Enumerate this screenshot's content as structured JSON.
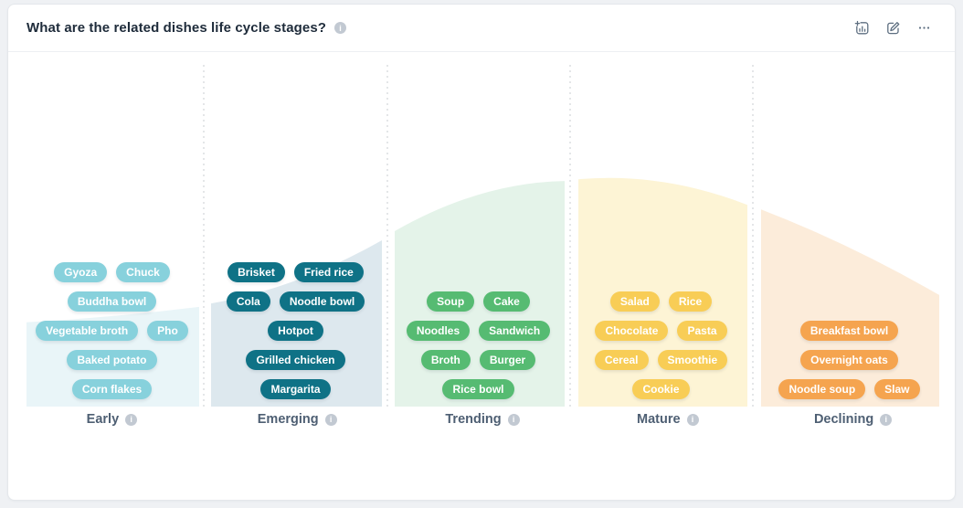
{
  "card": {
    "header": {
      "title": "What are the related dishes life cycle stages?",
      "actions": [
        {
          "name": "add-to-dashboard",
          "icon": "bar-chart-plus-icon"
        },
        {
          "name": "edit",
          "icon": "pencil-square-icon"
        },
        {
          "name": "more-options",
          "icon": "ellipsis-icon"
        }
      ]
    }
  },
  "chart_data": {
    "type": "area",
    "title": "What are the related dishes life cycle stages?",
    "x_axis_categories": [
      "Early",
      "Emerging",
      "Trending",
      "Mature",
      "Declining"
    ],
    "legend": false,
    "grid": false,
    "description": "Life-cycle bell curve split into five stage bands; each band holds dish tags and a stage label with an info icon.",
    "stages": [
      {
        "label": "Early",
        "pill_color": "#87d1dc",
        "area_color": "#e9f5f8",
        "curve_heights_pct": [
          24,
          25.8,
          28.4
        ],
        "rows": [
          [
            "Gyoza",
            "Chuck"
          ],
          [
            "Buddha bowl"
          ],
          [
            "Vegetable broth",
            "Pho"
          ],
          [
            "Baked potato"
          ],
          [
            "Corn flakes"
          ]
        ]
      },
      {
        "label": "Emerging",
        "pill_color": "#0f7286",
        "area_color": "#dde8ee",
        "curve_heights_pct": [
          29.4,
          36,
          47.4
        ],
        "rows": [
          [
            "Brisket",
            "Fried rice"
          ],
          [
            "Cola",
            "Noodle bowl"
          ],
          [
            "Hotpot"
          ],
          [
            "Grilled chicken"
          ],
          [
            "Margarita"
          ]
        ]
      },
      {
        "label": "Trending",
        "pill_color": "#56bb72",
        "area_color": "#e4f3e9",
        "curve_heights_pct": [
          50,
          60.5,
          64.3
        ],
        "rows": [
          [
            "Soup",
            "Cake"
          ],
          [
            "Noodles",
            "Sandwich"
          ],
          [
            "Broth",
            "Burger"
          ],
          [
            "Rice bowl"
          ]
        ]
      },
      {
        "label": "Mature",
        "pill_color": "#f8cd56",
        "area_color": "#fdf4d5",
        "curve_heights_pct": [
          64.8,
          64,
          57.5
        ],
        "rows": [
          [
            "Salad",
            "Rice"
          ],
          [
            "Chocolate",
            "Pasta"
          ],
          [
            "Cereal",
            "Smoothie"
          ],
          [
            "Cookie"
          ]
        ]
      },
      {
        "label": "Declining",
        "pill_color": "#f5a44f",
        "area_color": "#fcecda",
        "curve_heights_pct": [
          56.2,
          45.2,
          31.8
        ],
        "rows": [
          [
            "Breakfast bowl"
          ],
          [
            "Overnight oats"
          ],
          [
            "Noodle soup",
            "Slaw"
          ]
        ]
      }
    ],
    "separator_color": "#d8dbdf"
  }
}
